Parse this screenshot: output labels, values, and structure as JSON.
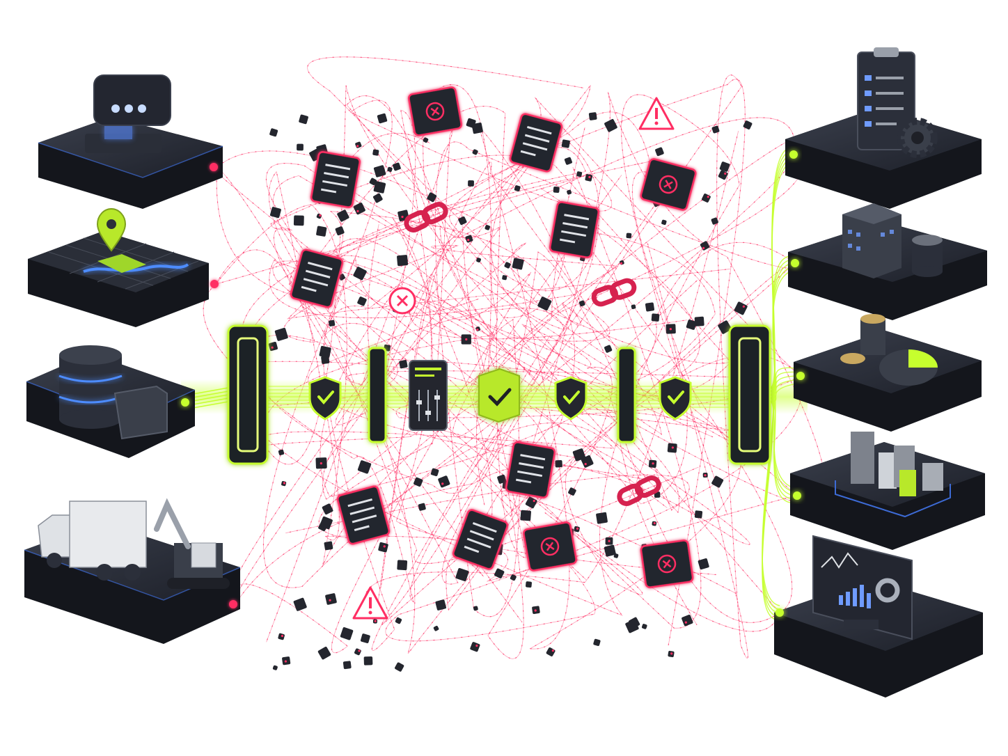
{
  "colors": {
    "background": "#ffffff",
    "platform_top": "#2b2f3a",
    "platform_side": "#14161c",
    "platform_edge": "#3d6bd6",
    "chaos_red": "#ff2e63",
    "clean_green": "#c6ff2e",
    "dark_tile": "#24262e"
  },
  "sources": [
    {
      "id": "chat",
      "icon": "chat-bubble-icon"
    },
    {
      "id": "map",
      "icon": "map-pin-icon"
    },
    {
      "id": "database",
      "icon": "database-icon"
    },
    {
      "id": "fleet",
      "icon": "truck-excavator-icon"
    }
  ],
  "destinations": [
    {
      "id": "checklist",
      "icon": "clipboard-gear-icon"
    },
    {
      "id": "enterprise",
      "icon": "building-coins-icon"
    },
    {
      "id": "finance",
      "icon": "coins-pie-chart-icon"
    },
    {
      "id": "city",
      "icon": "city-blocks-icon"
    },
    {
      "id": "analytics",
      "icon": "monitor-dashboard-icon"
    }
  ],
  "pipeline": {
    "stages": [
      "gate-icon",
      "shield-check-icon",
      "gate-icon",
      "server-filter-icon",
      "cube-check-icon",
      "shield-check-icon",
      "gate-icon",
      "shield-check-icon",
      "gate-icon"
    ]
  },
  "chaos_items": [
    "document-icon",
    "broken-link-icon",
    "error-x-icon",
    "warning-triangle-icon",
    "puzzle-error-icon"
  ]
}
